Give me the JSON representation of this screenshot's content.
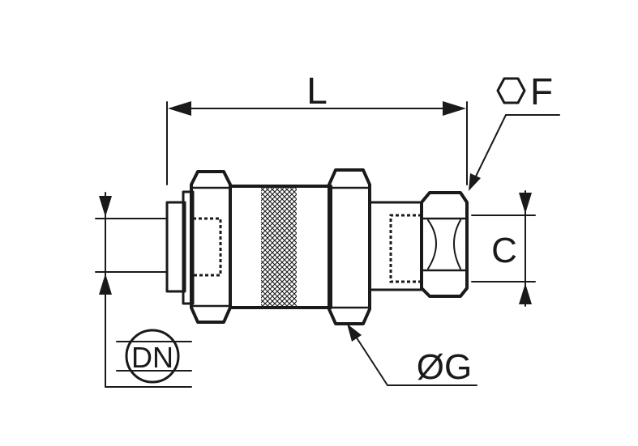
{
  "labels": {
    "length": "L",
    "hex_size": "F",
    "thread_diameter": "C",
    "outer_diameter": "ØG",
    "nominal_diameter": "DN"
  },
  "icons": {
    "hex": "hexagon-icon",
    "dn_badge": "dn-circle-icon"
  },
  "colors": {
    "line": "#1a1a1a",
    "background": "#ffffff"
  }
}
